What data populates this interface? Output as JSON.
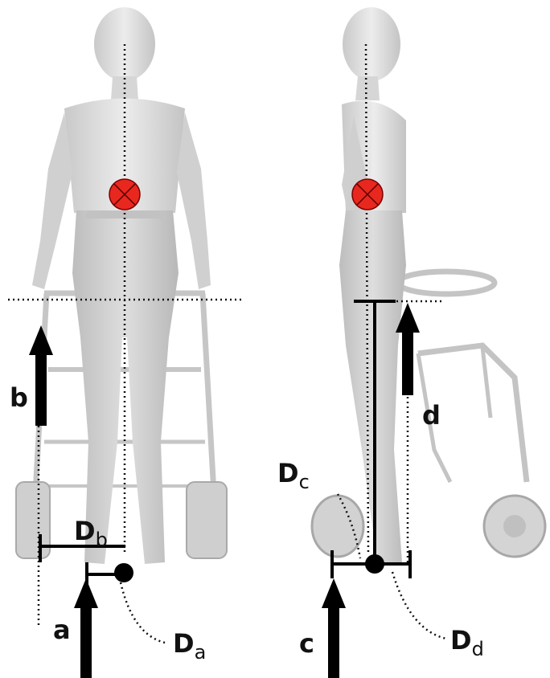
{
  "figure": {
    "front_view": {
      "labels": {
        "force_a": "a",
        "force_b": "b",
        "dist_b_main": "D",
        "dist_b_sub": "b",
        "dist_a_main": "D",
        "dist_a_sub": "a"
      }
    },
    "side_view": {
      "labels": {
        "force_c": "c",
        "force_d": "d",
        "dist_c_main": "D",
        "dist_c_sub": "c",
        "dist_d_main": "D",
        "dist_d_sub": "d"
      }
    },
    "colors": {
      "figure_fill": "#d9d9d9",
      "figure_shade": "#bdbdbd",
      "walker": "#c8c8c8",
      "center_of_mass": "#e8281e",
      "arrows": "#000000"
    },
    "icons": [
      "center-of-mass-marker",
      "force-arrow",
      "pivot-point"
    ]
  }
}
